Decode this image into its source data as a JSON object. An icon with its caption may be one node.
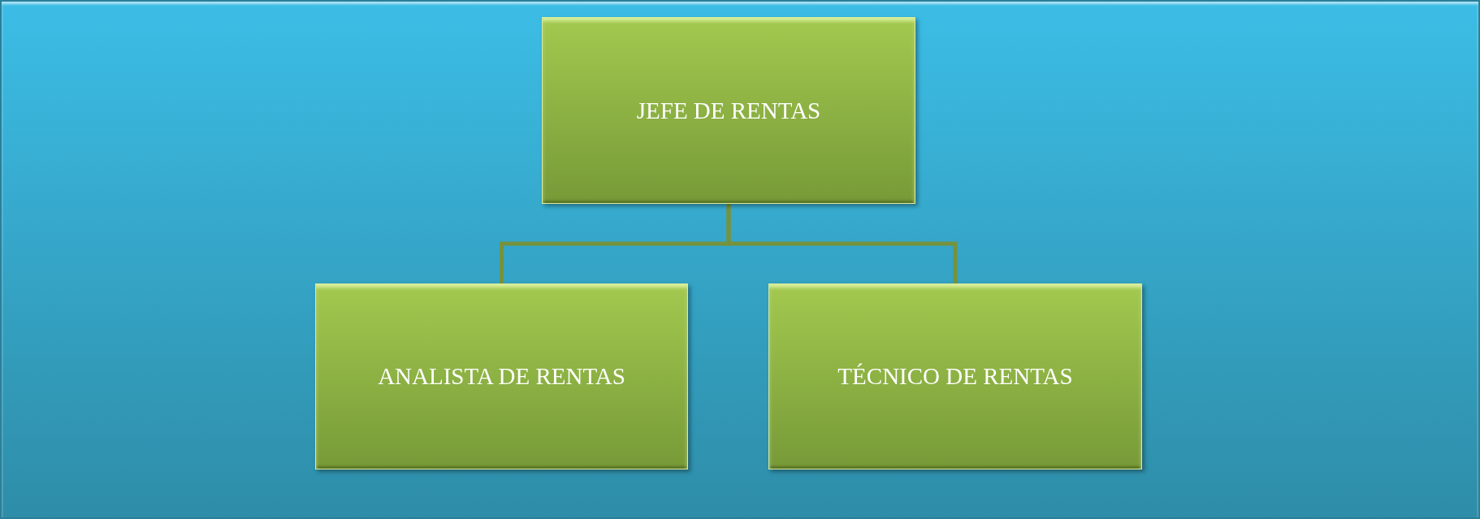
{
  "diagram": {
    "nodes": [
      {
        "text": [
          "JEFE DE RENTAS"
        ]
      },
      {
        "text": [
          "ANALISTA DE RENTAS"
        ]
      },
      {
        "text": [
          "TÉCNICO DE RENTAS"
        ]
      }
    ],
    "edges": [
      {
        "from": 0,
        "to": 1,
        "arrow": "none"
      },
      {
        "from": 0,
        "to": 2,
        "arrow": "none"
      }
    ]
  }
}
